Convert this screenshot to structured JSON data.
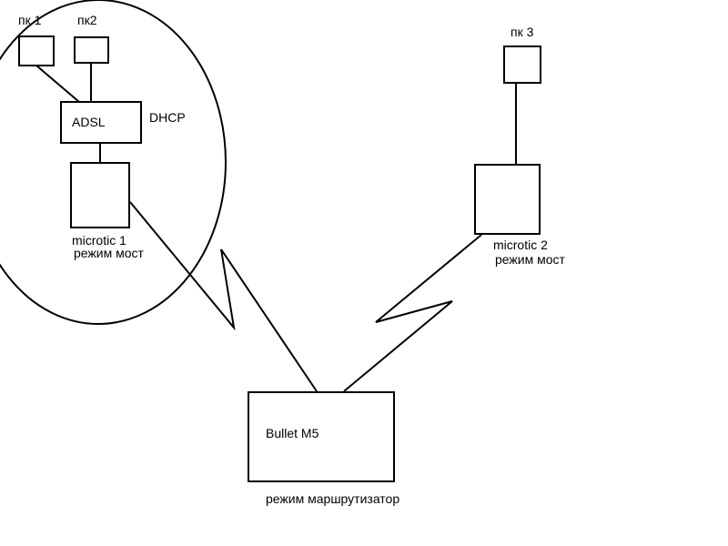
{
  "diagram": {
    "nodes": {
      "pc1": {
        "label": "пк 1"
      },
      "pc2": {
        "label": "пк2"
      },
      "pc3": {
        "label": "пк 3"
      },
      "adsl": {
        "label": "ADSL",
        "note": "DHCP"
      },
      "microtic1": {
        "label": "microtic 1",
        "mode": "режим мост"
      },
      "microtic2": {
        "label": "microtic 2",
        "mode": "режим мост"
      },
      "bullet": {
        "label": "Bullet M5",
        "mode": "режим маршрутизатор"
      }
    },
    "colors": {
      "stroke": "#000000",
      "background": "#ffffff"
    }
  }
}
